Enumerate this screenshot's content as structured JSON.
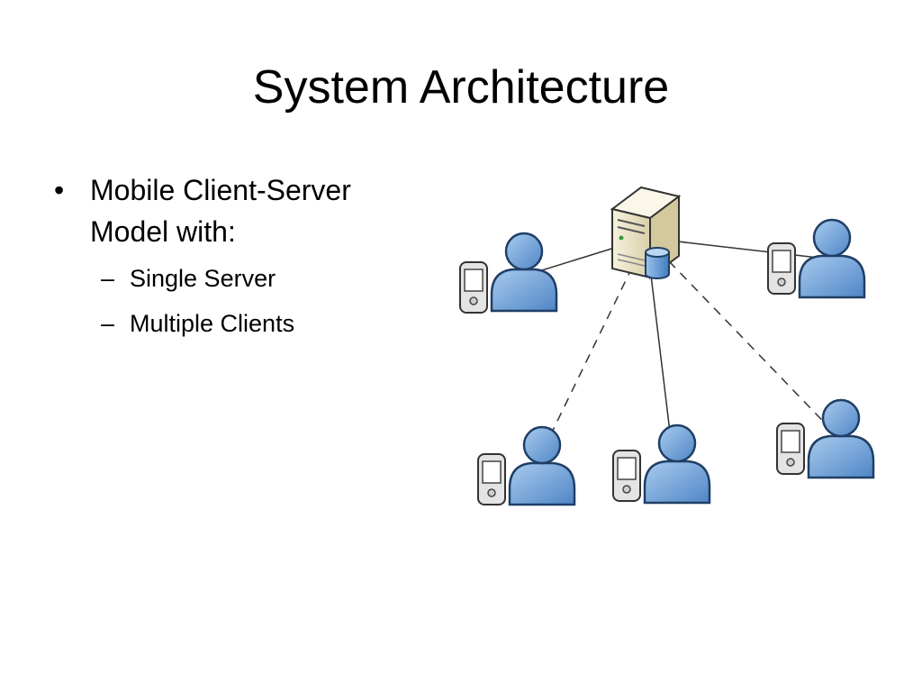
{
  "slide": {
    "title": "System Architecture",
    "bullet": {
      "marker": "•",
      "text_line1": "Mobile Client-Server",
      "text_line2": "Model with:"
    },
    "sub_items": [
      {
        "marker": "–",
        "text": "Single Server"
      },
      {
        "marker": "–",
        "text": "Multiple Clients"
      }
    ]
  },
  "diagram": {
    "colors": {
      "user_fill": "#6a9fd8",
      "user_stroke": "#1f3f66",
      "server_fill": "#efe8cf",
      "database_fill": "#5e9bd6",
      "phone_fill": "#e4e4e4",
      "line": "#333333"
    },
    "nodes": [
      {
        "id": "server",
        "kind": "server",
        "icon": "server-tower-icon"
      },
      {
        "id": "client-1",
        "kind": "client",
        "icon": "user-with-phone-icon"
      },
      {
        "id": "client-2",
        "kind": "client",
        "icon": "user-with-phone-icon"
      },
      {
        "id": "client-3",
        "kind": "client",
        "icon": "user-with-phone-icon"
      },
      {
        "id": "client-4",
        "kind": "client",
        "icon": "user-with-phone-icon"
      },
      {
        "id": "client-5",
        "kind": "client",
        "icon": "user-with-phone-icon"
      }
    ],
    "edges": [
      {
        "from": "server",
        "to": "client-1",
        "style": "solid"
      },
      {
        "from": "server",
        "to": "client-2",
        "style": "solid"
      },
      {
        "from": "server",
        "to": "client-3",
        "style": "dashed"
      },
      {
        "from": "server",
        "to": "client-4",
        "style": "solid"
      },
      {
        "from": "server",
        "to": "client-5",
        "style": "dashed"
      }
    ]
  }
}
